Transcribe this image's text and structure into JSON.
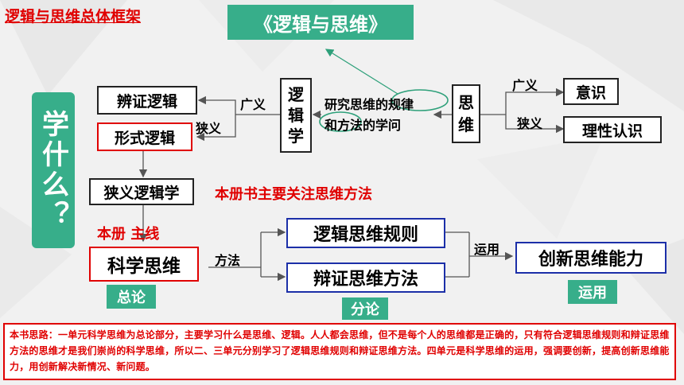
{
  "header": {
    "framework_title": "逻辑与思维总体框架",
    "book_title": "《逻辑与思维》"
  },
  "side_tag": "学什么？",
  "nodes": {
    "dialectical_logic": "辨证逻辑",
    "formal_logic": "形式逻辑",
    "logic_char": [
      "逻",
      "辑",
      "学"
    ],
    "definition": [
      "研究思维的规律",
      "和方法的学问"
    ],
    "thinking_char": [
      "思",
      "维"
    ],
    "consciousness": "意识",
    "rational_cognition": "理性认识",
    "narrow_logic": "狭义逻辑学",
    "scientific_thinking": "科学思维",
    "logic_rules": "逻辑思维规则",
    "dialectical_methods": "辩证思维方法",
    "innovation": "创新思维能力"
  },
  "edge_labels": {
    "broad_left": "广义",
    "narrow_left": "狭义",
    "broad_right": "广义",
    "narrow_right": "狭义",
    "method": "方法",
    "apply": "运用"
  },
  "notes": {
    "focus": "本册书主要关注思维方法",
    "mainline": "本册 主线"
  },
  "tags": {
    "general": "总论",
    "sub": "分论",
    "apply": "运用"
  },
  "summary": "本书思路：一单元科学思维为总论部分，主要学习什么是思维、逻辑。人人都会思维，但不是每个人的思维都是正确的，只有符合逻辑思维规则和辩证思维方法的思维才是我们崇尚的科学思维，所以二、三单元分别学习了逻辑思维规则和辩证思维方法。四单元是科学思维的运用，强调要创新，提高创新思维能力，用创新解决新情况、新问题。",
  "colors": {
    "accent_green": "#37ae8a",
    "red": "#e00000",
    "blue": "#1c2fa8"
  }
}
